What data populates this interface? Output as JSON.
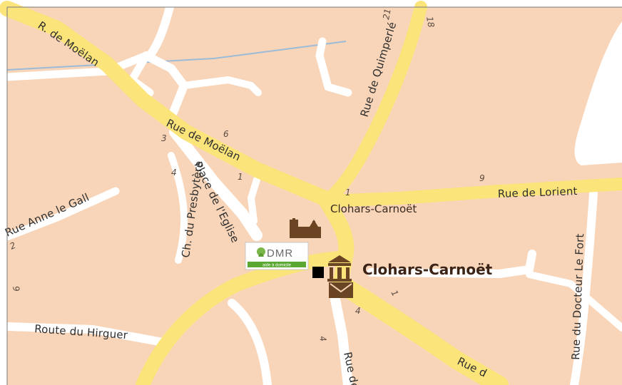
{
  "map": {
    "colors": {
      "land": "#f8d5b8",
      "minor_road": "#ffffff",
      "major_road": "#fbe47a",
      "water": "#ffffff",
      "stream": "#9bbbd8",
      "poi": "#6b4423"
    },
    "streets": {
      "r_de_moelan": "R. de Moëlan",
      "rue_de_moelan": "Rue de Moëlan",
      "rue_de_quimperle": "Rue de Quimperlé",
      "rue_de_lorient": "Rue de Lorient",
      "place_de_leglise": "Place de l'Eglise",
      "ch_du_presbytere": "Ch. du Presbytère",
      "rue_anne_le_gall": "Rue Anne le Gall",
      "route_du_hirguer": "Route du Hirguer",
      "rue_docteur_le_fort": "Rue du Docteur Le Fort",
      "rue_de_partial": "Rue de",
      "rue_d_partial": "Rue d"
    },
    "places": {
      "town_main": "Clohars-Carnoët",
      "town_small": "Clohars-Carnoët"
    },
    "house_numbers": {
      "n21": "21",
      "n18": "18",
      "n6": "6",
      "n3": "3",
      "n4a": "4",
      "n1a": "1",
      "n9": "9",
      "n1b": "1",
      "n2": "2",
      "n9b": "9",
      "n1c": "1",
      "n4b": "4",
      "n4c": "4"
    },
    "logo": {
      "name": "DMR",
      "tagline": "aide à domicile"
    },
    "icons": [
      "church-icon",
      "town-hall-icon",
      "post-office-icon",
      "location-marker-icon"
    ]
  }
}
